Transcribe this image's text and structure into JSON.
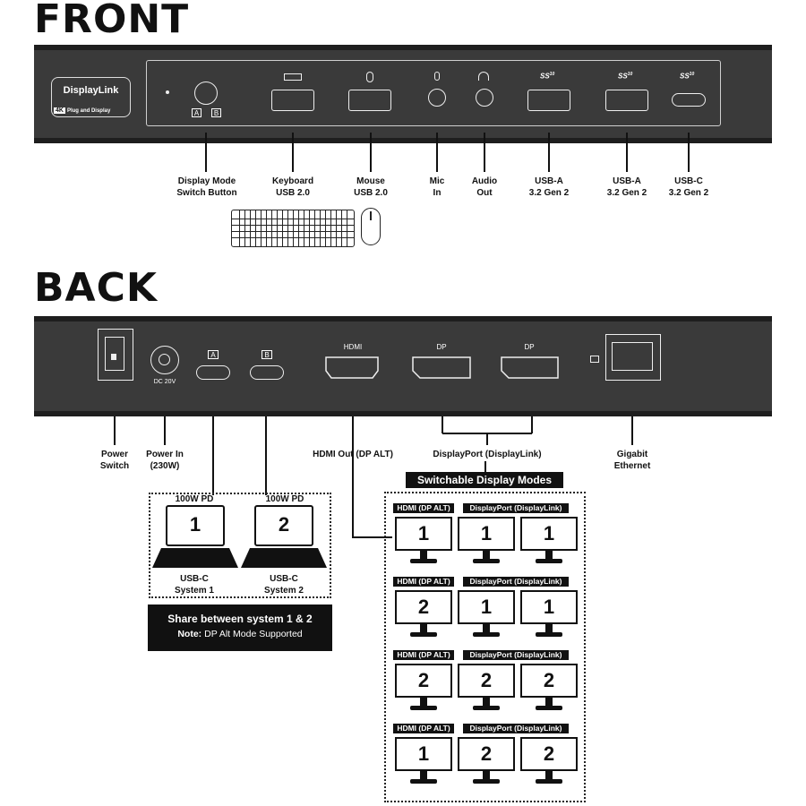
{
  "front": {
    "heading": "FRONT",
    "logo": {
      "brand": "DisplayLink",
      "badge": "4K",
      "tagline": "Plug and Display"
    },
    "switch_letters": [
      "A",
      "B"
    ],
    "ports": [
      {
        "id": "display-mode",
        "line1": "Display Mode",
        "line2": "Switch Button"
      },
      {
        "id": "keyboard",
        "line1": "Keyboard",
        "line2": "USB 2.0"
      },
      {
        "id": "mouse",
        "line1": "Mouse",
        "line2": "USB 2.0"
      },
      {
        "id": "mic",
        "line1": "Mic",
        "line2": "In"
      },
      {
        "id": "audio",
        "line1": "Audio",
        "line2": "Out"
      },
      {
        "id": "usba1",
        "line1": "USB-A",
        "line2": "3.2 Gen 2"
      },
      {
        "id": "usba2",
        "line1": "USB-A",
        "line2": "3.2 Gen 2"
      },
      {
        "id": "usbc",
        "line1": "USB-C",
        "line2": "3.2 Gen 2"
      }
    ],
    "ss_mark": "SS",
    "ss_speed": "10"
  },
  "back": {
    "heading": "BACK",
    "port_labels": {
      "dc": "DC 20V",
      "usbc_a": "A",
      "usbc_b": "B",
      "hdmi": "HDMI",
      "dp1": "DP",
      "dp2": "DP"
    },
    "callouts": [
      {
        "id": "power-switch",
        "line1": "Power",
        "line2": "Switch"
      },
      {
        "id": "power-in",
        "line1": "Power In",
        "line2": "(230W)"
      },
      {
        "id": "hdmi-out",
        "line1": "HDMI Out (DP ALT)",
        "line2": ""
      },
      {
        "id": "displayport",
        "line1": "DisplayPort (DisplayLink)",
        "line2": ""
      },
      {
        "id": "ethernet",
        "line1": "Gigabit",
        "line2": "Ethernet"
      }
    ]
  },
  "systems": {
    "items": [
      {
        "pd": "100W PD",
        "number": "1",
        "line1": "USB-C",
        "line2": "System 1"
      },
      {
        "pd": "100W PD",
        "number": "2",
        "line1": "USB-C",
        "line2": "System 2"
      }
    ],
    "share_title": "Share between system 1 & 2",
    "note_label": "Note:",
    "note_text": "DP Alt Mode Supported"
  },
  "modes": {
    "title": "Switchable Display Modes",
    "hdmi_label": "HDMI (DP ALT)",
    "dp_label": "DisplayPort (DisplayLink)",
    "rows": [
      [
        "1",
        "1",
        "1"
      ],
      [
        "2",
        "1",
        "1"
      ],
      [
        "2",
        "2",
        "2"
      ],
      [
        "1",
        "2",
        "2"
      ]
    ]
  }
}
